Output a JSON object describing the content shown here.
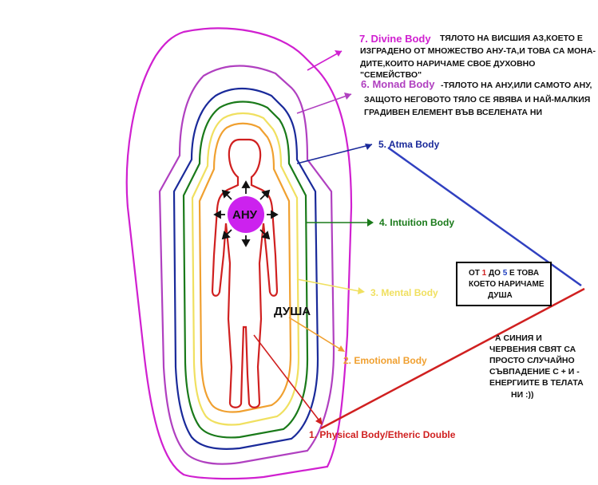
{
  "bodies": [
    {
      "num": "7.",
      "name": "Divine Body",
      "color": "#d020d0"
    },
    {
      "num": "6.",
      "name": "Monad Body",
      "color": "#b040c0"
    },
    {
      "num": "5.",
      "name": "Atma Body",
      "color": "#1a2a9a"
    },
    {
      "num": "4.",
      "name": "Intuition Body",
      "color": "#1a7a1a"
    },
    {
      "num": "3.",
      "name": "Mental Body",
      "color": "#f0e060"
    },
    {
      "num": "2.",
      "name": "Emotional Body",
      "color": "#f0a030"
    },
    {
      "num": "1.",
      "name": "Physical Body/Etheric Double",
      "color": "#d02020"
    }
  ],
  "notes": {
    "divine_line1": "ТЯЛОТО НА ВИСШИЯ АЗ,КОЕТО  Е",
    "divine_line2": "ИЗГРАДЕНО ОТ МНОЖЕСТВО АНУ-ТА,И ТОВА СА МОНА-",
    "divine_line3": "ДИТЕ,КОИТО НАРИЧАМЕ СВОЕ ДУХОВНО \"СЕМЕЙСТВО\"",
    "monad_line1": "-ТЯЛОТО НА АНУ,ИЛИ САМОТО АНУ,",
    "monad_line2": "ЗАЩОТО НЕГОВОТО ТЯЛО СЕ ЯВЯВА И НАЙ-МАЛКИЯ",
    "monad_line3": "ГРАДИВЕН ЕЛЕМЕНТ ВЪВ ВСЕЛЕНАТА НИ",
    "colors_line1": "А СИНИЯ И",
    "colors_line2": "ЧЕРВЕНИЯ СВЯТ СА",
    "colors_line3": "ПРОСТО СЛУЧАЙНО",
    "colors_line4": "СЪВПАДЕНИЕ С + И -",
    "colors_line5": "ЕНЕРГИИТЕ В ТЕЛАТА",
    "colors_line6": "НИ :))"
  },
  "soul_box": {
    "from": "ОТ",
    "one": "1",
    "to": "ДО",
    "five": "5",
    "rest": "Е ТОВА",
    "line2": "КОЕТО НАРИЧАМЕ",
    "line3": "ДУША"
  },
  "center_label": "АНУ",
  "soul_label": "ДУША",
  "colors": {
    "divine": "#d020d0",
    "monad": "#b040c0",
    "atma": "#1a2a9a",
    "intuition": "#1a7a1a",
    "mental": "#f0e060",
    "emotional": "#f0a030",
    "physical": "#d02020",
    "anu": "#cc22ee"
  }
}
